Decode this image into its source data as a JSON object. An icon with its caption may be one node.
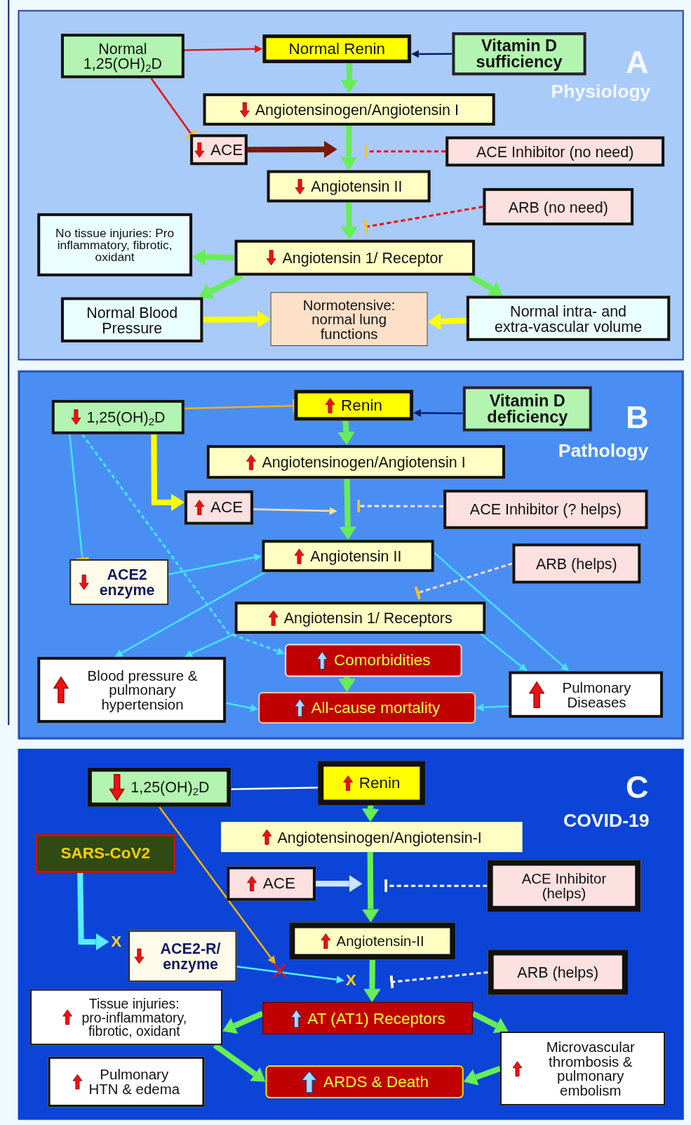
{
  "diagram": {
    "nodes": [
      {
        "text": [
          "A",
          "Physiology"
        ]
      },
      {
        "text": [
          "Normal 1,25(OH)$_{2}$D"
        ],
        "in": 0
      },
      {
        "text": [
          "Normal Renin"
        ],
        "in": 0
      },
      {
        "text": [
          "Vitamin D sufficiency"
        ],
        "in": 0
      },
      {
        "text": [
          "Angiotensinogen/Angiotensin I"
        ],
        "in": 0
      },
      {
        "text": [
          "ACE"
        ],
        "in": 0
      },
      {
        "text": [
          "ACE Inhibitor (no need)"
        ],
        "in": 0
      },
      {
        "text": [
          "Angiotensin II"
        ],
        "in": 0
      },
      {
        "text": [
          "ARB (no need)"
        ],
        "in": 0
      },
      {
        "text": [
          "No tissue injuries: Pro inflammatory, fibrotic, oxidant"
        ],
        "in": 0
      },
      {
        "text": [
          "Angiotensin 1/ Receptor"
        ],
        "in": 0
      },
      {
        "text": [
          "Normal Blood Pressure"
        ],
        "in": 0
      },
      {
        "text": [
          "Normotensive: normal lung functions"
        ],
        "in": 0
      },
      {
        "text": [
          "Normal intra- and extra-vascular volume"
        ],
        "in": 0
      },
      {
        "text": [
          "B",
          "Pathology"
        ]
      },
      {
        "text": [
          "1,25(OH)$_{2}$D"
        ],
        "in": 14
      },
      {
        "text": [
          "Renin"
        ],
        "in": 14
      },
      {
        "text": [
          "Vitamin D deficiency"
        ],
        "in": 14
      },
      {
        "text": [
          "Angiotensinogen/Angiotensin I"
        ],
        "in": 14
      },
      {
        "text": [
          "ACE"
        ],
        "in": 14
      },
      {
        "text": [
          "ACE Inhibitor (? helps)"
        ],
        "in": 14
      },
      {
        "text": [
          "ACE2 enzyme"
        ],
        "in": 14
      },
      {
        "text": [
          "Angiotensin II"
        ],
        "in": 14
      },
      {
        "text": [
          "ARB (helps)"
        ],
        "in": 14
      },
      {
        "text": [
          "Angiotensin 1/ Receptors"
        ],
        "in": 14
      },
      {
        "text": [
          "Comorbidities"
        ],
        "in": 14
      },
      {
        "text": [
          "Blood pressure & pulmonary hypertension"
        ],
        "in": 14
      },
      {
        "text": [
          "Pulmonary Diseases"
        ],
        "in": 14
      },
      {
        "text": [
          "All-cause mortality"
        ],
        "in": 14
      },
      {
        "text": [
          "C",
          "COVID-19"
        ]
      },
      {
        "text": [
          "1,25(OH)$_{2}$D"
        ],
        "in": 29
      },
      {
        "text": [
          "Renin"
        ],
        "in": 29
      },
      {
        "text": [
          "Angiotensinogen/Angiotensin-I"
        ],
        "in": 29
      },
      {
        "text": [
          "SARS-CoV2"
        ],
        "in": 29
      },
      {
        "text": [
          "ACE"
        ],
        "in": 29
      },
      {
        "text": [
          "ACE Inhibitor (helps)"
        ],
        "in": 29
      },
      {
        "text": [
          "Angiotensin-II"
        ],
        "in": 29
      },
      {
        "text": [
          "ACE2-R/ enzyme"
        ],
        "in": 29
      },
      {
        "text": [
          "ARB (helps)"
        ],
        "in": 29
      },
      {
        "text": [
          "Tissue injuries: pro-inflammatory, fibrotic, oxidant"
        ],
        "in": 29
      },
      {
        "text": [
          "AT (AT1) Receptors"
        ],
        "in": 29
      },
      {
        "text": [
          "Microvascular thrombosis & pulmonary embolism"
        ],
        "in": 29
      },
      {
        "text": [
          "Pulmonary HTN & edema"
        ],
        "in": 29
      },
      {
        "text": [
          "ARDS & Death"
        ],
        "in": 29
      },
      {
        "text": [
          "X"
        ],
        "in": 29
      },
      {
        "text": [
          "X"
        ],
        "in": 29
      }
    ],
    "edges": [
      {
        "from": 1,
        "to": 2,
        "arrow": "to",
        "color": "#ee1111"
      },
      {
        "from": 3,
        "to": 2,
        "arrow": "to",
        "color": "#0a1a6a"
      },
      {
        "from": 2,
        "to": 4,
        "arrow": "to",
        "style": "thick"
      },
      {
        "from": 1,
        "to": 5,
        "arrow": "other",
        "color": "#ee1111"
      },
      {
        "from": 4,
        "to": 7,
        "arrow": "to",
        "style": "thick"
      },
      {
        "from": 5,
        "to": 7,
        "arrow": "to",
        "style": "thick",
        "color": "#7a1a08"
      },
      {
        "from": 6,
        "to": 7,
        "arrow": "other",
        "style": "dashed",
        "color": "#ee1111"
      },
      {
        "from": 7,
        "to": 10,
        "arrow": "to",
        "style": "thick"
      },
      {
        "from": 8,
        "to": 10,
        "arrow": "other",
        "style": "dashed",
        "color": "#ee1111"
      },
      {
        "from": 10,
        "to": 9,
        "arrow": "to",
        "style": "thick"
      },
      {
        "from": 10,
        "to": 11,
        "arrow": "to",
        "style": "thick"
      },
      {
        "from": 10,
        "to": 13,
        "arrow": "to",
        "style": "thick"
      },
      {
        "from": 11,
        "to": 12,
        "arrow": "to",
        "style": "thick",
        "color": "#ffff00"
      },
      {
        "from": 13,
        "to": 12,
        "arrow": "to",
        "style": "thick",
        "color": "#ffff00"
      },
      {
        "from": 15,
        "to": 16,
        "arrow": "other",
        "color": "#f0b020"
      },
      {
        "from": 17,
        "to": 16,
        "arrow": "to",
        "color": "#0a1a6a"
      },
      {
        "from": 16,
        "to": 18,
        "arrow": "to",
        "style": "thick"
      },
      {
        "from": 15,
        "to": 19,
        "arrow": "to",
        "style": "thick",
        "color": "#ffff00"
      },
      {
        "from": 18,
        "to": 22,
        "arrow": "to",
        "style": "thick"
      },
      {
        "from": 19,
        "to": 22,
        "arrow": "to",
        "color": "#ffe0a0"
      },
      {
        "from": 20,
        "to": 18,
        "arrow": "other",
        "style": "dashed",
        "color": "#ffe0d0"
      },
      {
        "from": 23,
        "to": 24,
        "arrow": "other",
        "style": "dashed",
        "color": "#ffd8c8"
      },
      {
        "from": 15,
        "to": 21,
        "arrow": "other",
        "color": "#44e4f4"
      },
      {
        "from": 21,
        "to": 22,
        "arrow": "to",
        "color": "#44e4f4"
      },
      {
        "from": 15,
        "to": 25,
        "arrow": "to",
        "style": "dashed",
        "color": "#44e4f4"
      },
      {
        "from": 22,
        "to": 26,
        "arrow": "to",
        "color": "#44e4f4"
      },
      {
        "from": 24,
        "to": 26,
        "arrow": "to",
        "color": "#44e4f4"
      },
      {
        "from": 22,
        "to": 27,
        "arrow": "to",
        "color": "#44e4f4"
      },
      {
        "from": 24,
        "to": 27,
        "arrow": "to",
        "color": "#44e4f4"
      },
      {
        "from": 25,
        "to": 28,
        "arrow": "to",
        "style": "thick"
      },
      {
        "from": 26,
        "to": 28,
        "arrow": "to",
        "color": "#44e4f4"
      },
      {
        "from": 27,
        "to": 28,
        "arrow": "to",
        "color": "#44e4f4"
      },
      {
        "from": 30,
        "to": 31,
        "arrow": "none",
        "color": "#ffffff"
      },
      {
        "from": 31,
        "to": 32,
        "arrow": "to",
        "style": "thick"
      },
      {
        "from": 32,
        "to": 36,
        "arrow": "to",
        "style": "thick"
      },
      {
        "from": 34,
        "to": null,
        "arrow": "to",
        "style": "thick",
        "color": "#cce6ff"
      },
      {
        "from": 35,
        "to": null,
        "arrow": "other",
        "style": "dashed",
        "color": "#ffffff"
      },
      {
        "from": 33,
        "to": 44,
        "arrow": "to",
        "style": "thick",
        "color": "#55eeff"
      },
      {
        "from": 37,
        "to": 45,
        "arrow": "to",
        "color": "#55eeff"
      },
      {
        "from": 30,
        "to": 36,
        "arrow": "to",
        "color": "#f5b400"
      },
      {
        "from": 38,
        "to": 45,
        "arrow": "other",
        "style": "dashed",
        "color": "#ffffff"
      },
      {
        "from": 36,
        "to": 40,
        "arrow": "to",
        "style": "thick"
      },
      {
        "from": 40,
        "to": 39,
        "arrow": "to",
        "style": "thick"
      },
      {
        "from": 40,
        "to": 41,
        "arrow": "to",
        "style": "thick"
      },
      {
        "from": 39,
        "to": 43,
        "arrow": "to",
        "style": "thick"
      },
      {
        "from": 41,
        "to": 43,
        "arrow": "to",
        "style": "thick"
      }
    ]
  }
}
